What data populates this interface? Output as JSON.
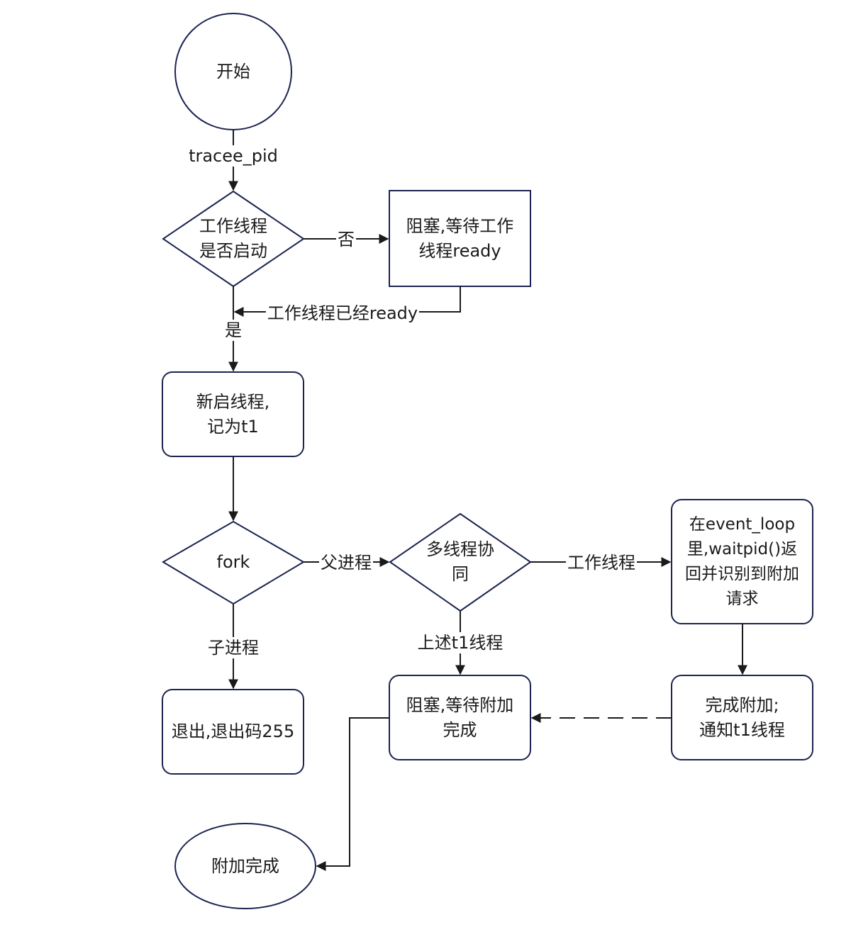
{
  "diagram": {
    "type": "flowchart",
    "nodes": {
      "start": {
        "shape": "circle",
        "text": "开始"
      },
      "check_worker": {
        "shape": "diamond",
        "text": "工作线程\n是否启动"
      },
      "wait_worker": {
        "shape": "rectangle",
        "text": "阻塞,等待工作\n线程ready"
      },
      "new_thread": {
        "shape": "rounded-rectangle",
        "text": "新启线程,\n记为t1"
      },
      "fork": {
        "shape": "diamond",
        "text": "fork"
      },
      "multi_thread": {
        "shape": "diamond",
        "text": "多线程协\n同"
      },
      "event_loop": {
        "shape": "rounded-rectangle",
        "text": "在event_loop\n里,waitpid()返\n回并识别到附加\n请求"
      },
      "exit": {
        "shape": "rounded-rectangle",
        "text": "退出,退出码255"
      },
      "wait_attach": {
        "shape": "rounded-rectangle",
        "text": "阻塞,等待附加\n完成"
      },
      "attach_done_notify": {
        "shape": "rounded-rectangle",
        "text": "完成附加;\n通知t1线程"
      },
      "end": {
        "shape": "ellipse",
        "text": "附加完成"
      }
    },
    "edges": [
      {
        "from": "start",
        "to": "check_worker",
        "label": "tracee_pid",
        "style": "solid"
      },
      {
        "from": "check_worker",
        "to": "wait_worker",
        "label": "否",
        "style": "solid"
      },
      {
        "from": "wait_worker",
        "to": "check_worker_yes_branch",
        "label": "工作线程已经ready",
        "style": "solid"
      },
      {
        "from": "check_worker",
        "to": "new_thread",
        "label": "是",
        "style": "solid"
      },
      {
        "from": "new_thread",
        "to": "fork",
        "label": "",
        "style": "solid"
      },
      {
        "from": "fork",
        "to": "multi_thread",
        "label": "父进程",
        "style": "solid"
      },
      {
        "from": "fork",
        "to": "exit",
        "label": "子进程",
        "style": "solid"
      },
      {
        "from": "multi_thread",
        "to": "event_loop",
        "label": "工作线程",
        "style": "solid"
      },
      {
        "from": "multi_thread",
        "to": "wait_attach",
        "label": "上述t1线程",
        "style": "solid"
      },
      {
        "from": "event_loop",
        "to": "attach_done_notify",
        "label": "",
        "style": "solid"
      },
      {
        "from": "attach_done_notify",
        "to": "wait_attach",
        "label": "",
        "style": "dashed"
      },
      {
        "from": "wait_attach",
        "to": "end",
        "label": "",
        "style": "solid"
      }
    ]
  },
  "colors": {
    "shape_stroke": "#1b2350",
    "edge_stroke": "#1a1a1a",
    "background": "#ffffff"
  }
}
